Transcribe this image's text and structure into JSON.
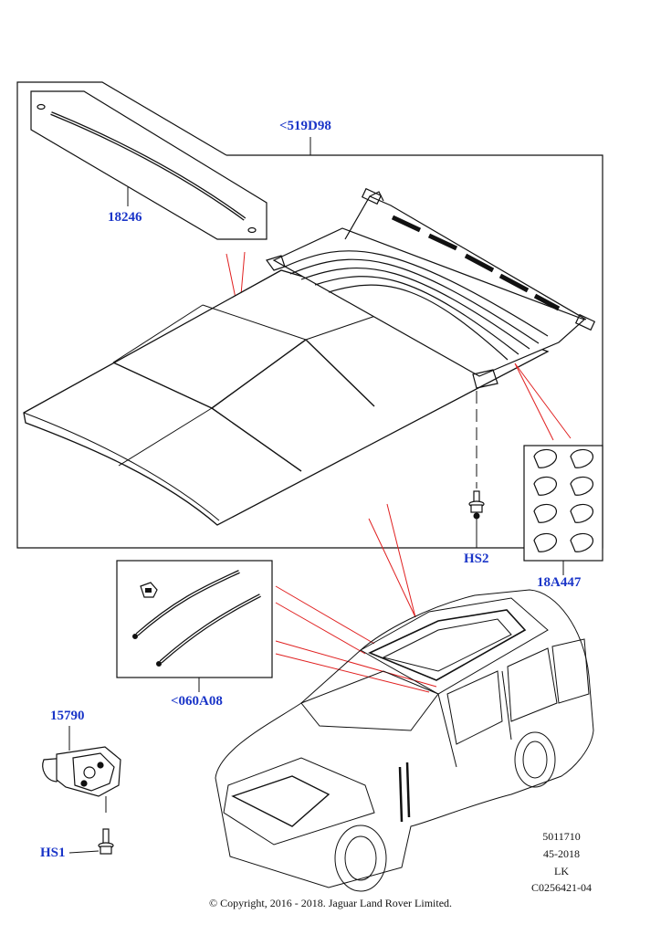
{
  "callouts": {
    "roof_panel": "<519D98",
    "seal_strip": "18246",
    "cap_kit": "18A447",
    "bolt_upper": "HS2",
    "cable_kit": "<060A08",
    "motor": "15790",
    "bolt_lower": "HS1"
  },
  "reference": {
    "line1": "5011710",
    "line2": "45-2018",
    "line3": "LK",
    "line4": "C0256421-04"
  },
  "copyright": "© Copyright, 2016 - 2018. Jaguar Land Rover Limited.",
  "colors": {
    "callout_text": "#1a35c8",
    "leader_lines": "#e02020",
    "linework": "#111111"
  }
}
